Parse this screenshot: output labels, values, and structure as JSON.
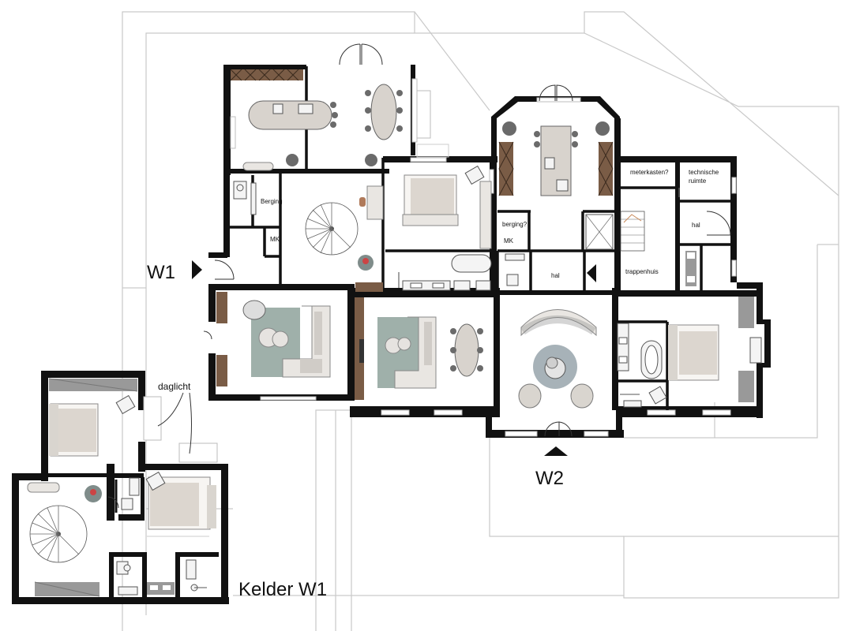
{
  "drawing": {
    "rooms": {
      "berging": "Berging",
      "mk1": "MK",
      "berging2": "berging?",
      "mk2": "MK",
      "meterkasten": "meterkasten?",
      "technische": "technische",
      "ruimte": "ruimte",
      "hal1": "hal",
      "hal2": "hal",
      "trappenhuis": "trappenhuis",
      "daglicht": "daglicht"
    },
    "markers": {
      "w1": "W1",
      "w2": "W2",
      "kelder": "Kelder W1"
    },
    "colors": {
      "wall": "#111111",
      "site_lines": "#c9c9c9",
      "rug": "#9fb0aa",
      "wood_cabinet": "#7a5c46"
    }
  }
}
